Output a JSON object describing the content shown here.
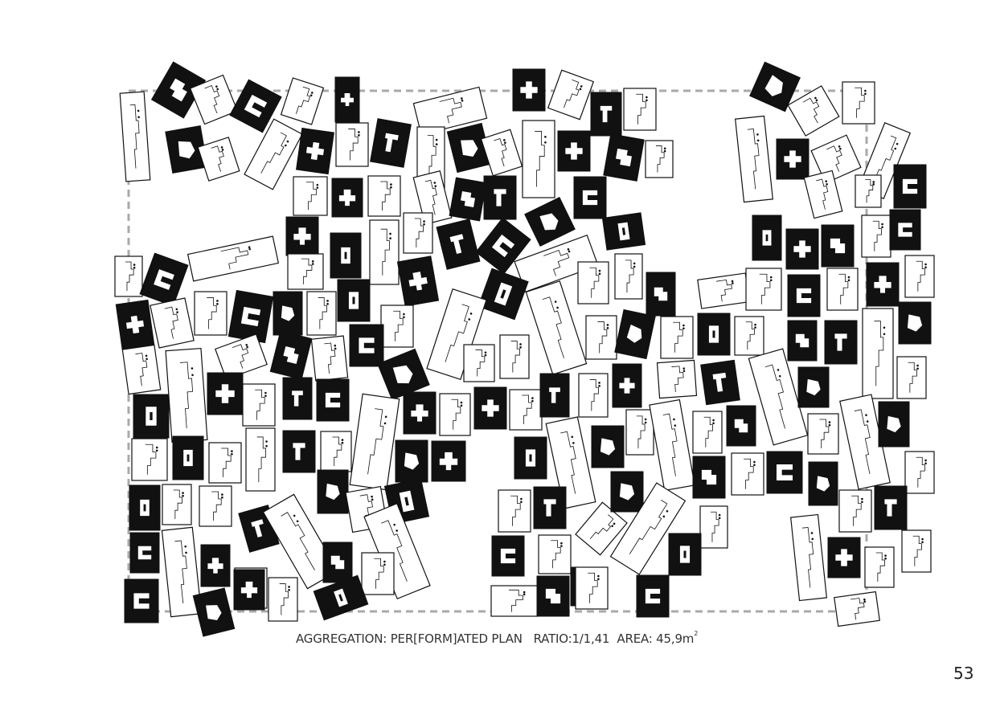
{
  "caption": {
    "title": "AGGREGATION: PER[FORM]ATED PLAN",
    "ratio": "RATIO:1/1,41",
    "area": "AREA: 45,9m",
    "area_unit_sup": "2"
  },
  "page_number": "53",
  "colors": {
    "tile_black": "#111111",
    "tile_white": "#ffffff",
    "boundary": "#a9a9a9"
  }
}
